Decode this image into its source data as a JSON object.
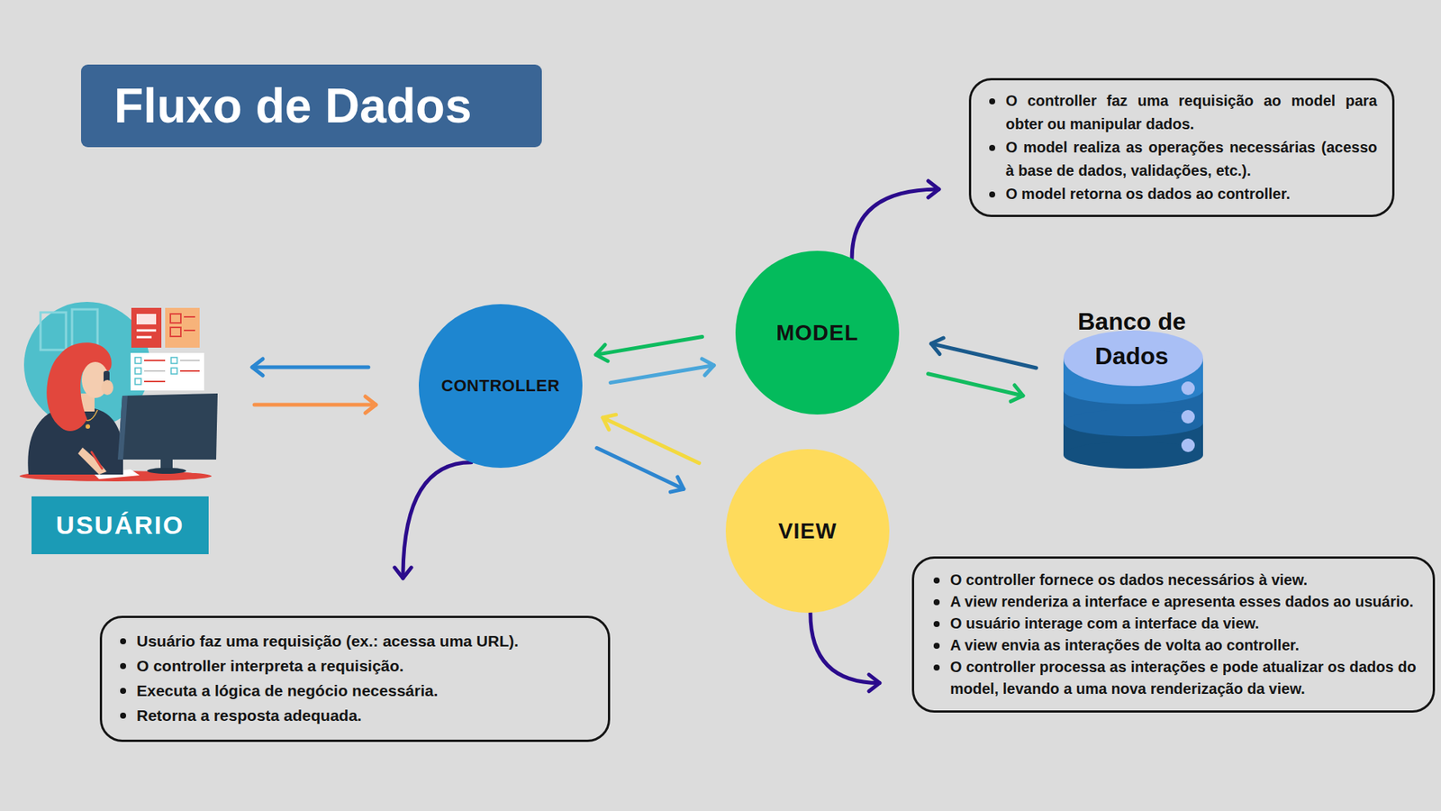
{
  "diagram": {
    "title": "Fluxo de Dados",
    "nodes": [
      {
        "text": [
          "USUÁRIO"
        ]
      },
      {
        "text": [
          "CONTROLLER"
        ]
      },
      {
        "text": [
          "MODEL"
        ]
      },
      {
        "text": [
          "Banco de Dados"
        ]
      },
      {
        "text": [
          "VIEW"
        ]
      },
      {
        "text": [
          "O controller faz uma requisição ao model para obter ou manipular dados.",
          "O model realiza as operações necessárias (acesso à base de dados, validações, etc.).",
          "O model retorna os dados ao controller."
        ]
      },
      {
        "text": [
          "Usuário faz uma requisição (ex.: acessa uma URL).",
          "O controller interpreta a requisição.",
          "Executa a lógica de negócio necessária.",
          "Retorna a resposta adequada."
        ]
      },
      {
        "text": [
          "O controller fornece os dados necessários à view.",
          "A view renderiza a interface e apresenta esses dados ao usuário.",
          "O usuário interage com a interface da view.",
          "A view envia as interações de volta ao controller.",
          "O controller processa as interações e pode atualizar os dados do model, levando a uma nova renderização da view."
        ]
      }
    ],
    "edges": [
      {
        "from": 1,
        "to": 0,
        "arrow": "to"
      },
      {
        "from": 0,
        "to": 1,
        "arrow": "to"
      },
      {
        "from": 2,
        "to": 1,
        "arrow": "to"
      },
      {
        "from": 1,
        "to": 2,
        "arrow": "to"
      },
      {
        "from": 3,
        "to": 2,
        "arrow": "to"
      },
      {
        "from": 2,
        "to": 3,
        "arrow": "to"
      },
      {
        "from": 4,
        "to": 1,
        "arrow": "to"
      },
      {
        "from": 1,
        "to": 4,
        "arrow": "to"
      },
      {
        "from": 2,
        "to": 5,
        "arrow": "to"
      },
      {
        "from": 1,
        "to": 6,
        "arrow": "to"
      },
      {
        "from": 4,
        "to": 7,
        "arrow": "to"
      }
    ]
  }
}
